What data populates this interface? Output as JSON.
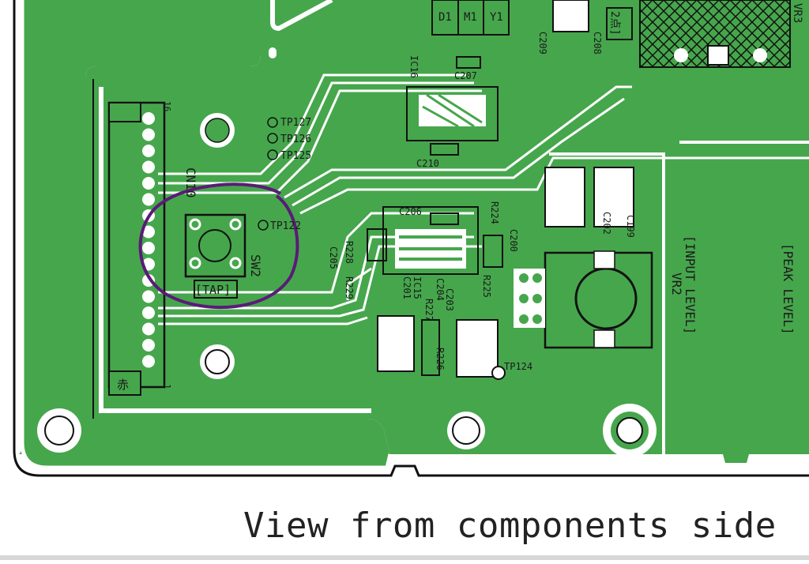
{
  "colors": {
    "board": "#46a64c",
    "silk": "#ffffff",
    "text": "#1b1b1b",
    "annotation_circle": "#5a1b78",
    "edge_line": "#111111"
  },
  "caption": "View from components side",
  "connector": {
    "name": "CN10",
    "pin_first": "1",
    "pin_last": "16",
    "mark": "赤"
  },
  "switch": {
    "name": "SW2",
    "label": "[TAP]"
  },
  "jumper_label": "2点]",
  "ic_pads": [
    "D1",
    "M1",
    "Y1"
  ],
  "test_points": [
    "TP127",
    "TP126",
    "TP125",
    "TP122",
    "TP124"
  ],
  "ics": [
    "IC16",
    "IC15"
  ],
  "capacitors": [
    "C209",
    "C208",
    "C207",
    "C210",
    "C206",
    "C205",
    "C201",
    "C204",
    "C203",
    "C202",
    "C199",
    "C200"
  ],
  "resistors": [
    "R224",
    "R228",
    "R229",
    "R227",
    "R226",
    "R225"
  ],
  "controls": {
    "vr3": "VR3",
    "input_level": "[INPUT LEVEL]",
    "vr2": "VR2",
    "peak_level": "[PEAK LEVEL]"
  }
}
